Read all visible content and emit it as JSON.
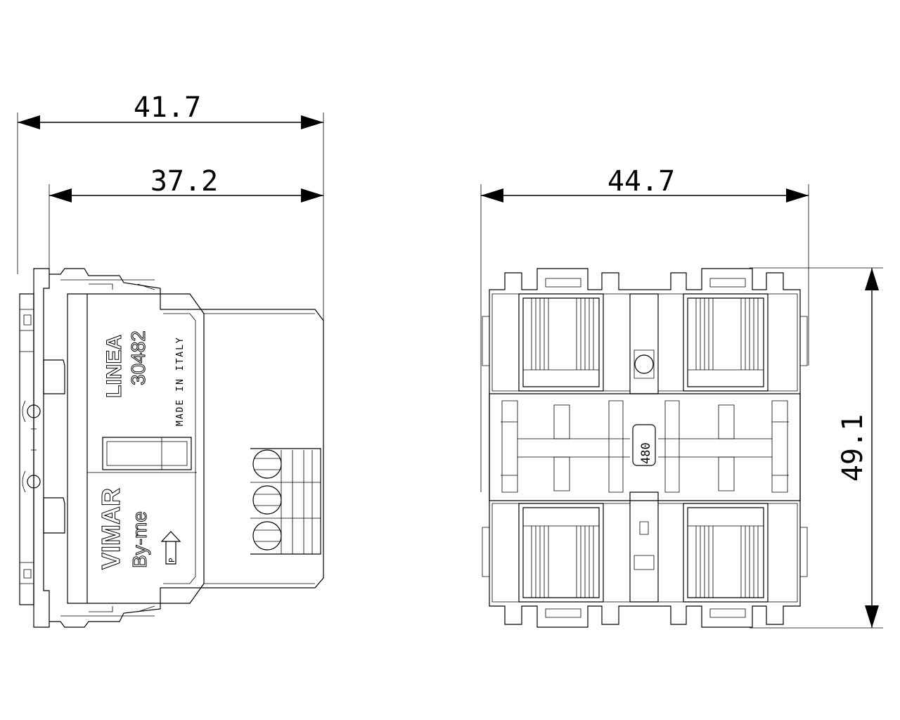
{
  "dimensions": {
    "overall_depth": "41.7",
    "body_depth": "37.2",
    "width": "44.7",
    "height": "49.1"
  },
  "side_view_labels": {
    "brand": "VIMAR",
    "series": "By-me",
    "line": "LINEA",
    "code": "30482",
    "origin": "MADE IN ITALY",
    "push_mark": "P"
  },
  "front_view_labels": {
    "part_number": "480"
  }
}
